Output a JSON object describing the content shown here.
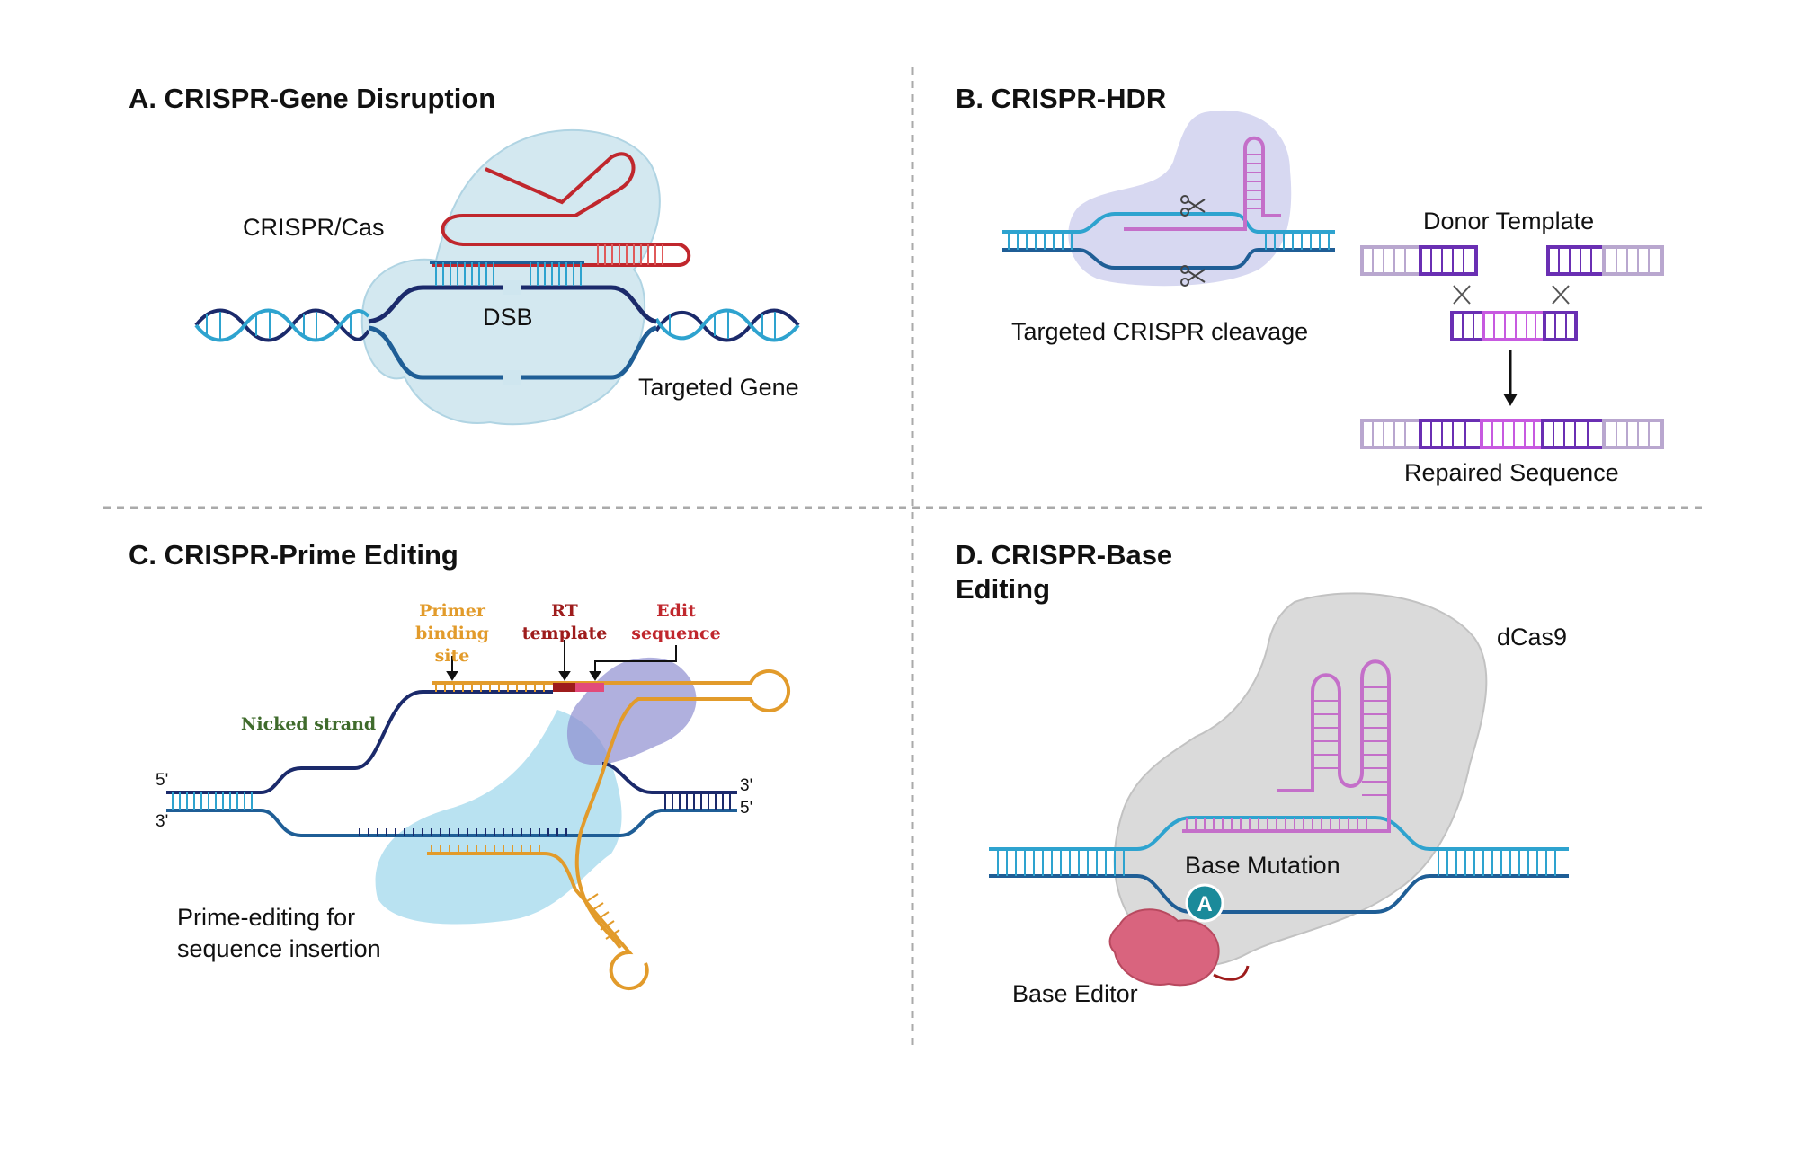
{
  "panels": {
    "a": {
      "title": "A. CRISPR-Gene Disruption",
      "crispr_cas": "CRISPR/Cas",
      "dsb": "DSB",
      "targeted_gene": "Targeted Gene"
    },
    "b": {
      "title": "B. CRISPR-HDR",
      "donor_template": "Donor Template",
      "targeted_cleavage": "Targeted CRISPR cleavage",
      "repaired_sequence": "Repaired Sequence"
    },
    "c": {
      "title": "C. CRISPR-Prime Editing",
      "primer_line1": "Primer",
      "primer_line2": "binding",
      "primer_line3": "site",
      "rt_line1": "RT",
      "rt_line2": "template",
      "edit_line1": "Edit",
      "edit_line2": "sequence",
      "nicked_strand": "Nicked strand",
      "end_5_left": "5'",
      "end_3_left": "3'",
      "end_3_right": "3'",
      "end_5_right": "5'",
      "desc_line1": "Prime-editing for",
      "desc_line2": "sequence insertion"
    },
    "d": {
      "title_line1": "D. CRISPR-Base",
      "title_line2": "Editing",
      "dcas9": "dCas9",
      "base_mutation": "Base Mutation",
      "base_letter": "A",
      "base_editor": "Base Editor"
    }
  },
  "colors": {
    "dna_light": "#2ea3cf",
    "dna_dark": "#1b2a6b",
    "dna_mid": "#1f5e96",
    "guide_red": "#c0272d",
    "cas_blue": "#cfe6ef",
    "hdr_lavender": "#c9cbec",
    "purple_dark": "#6a2fb3",
    "purple_light": "#b9a7cf",
    "magenta": "#c75ae0",
    "orange": "#e29b2b",
    "rt_dark_red": "#9e1c1c",
    "pink": "#e24a7a",
    "prime_light_blue": "#a8dbee",
    "prime_violet": "#8f8fd0",
    "dcas9_gray": "#d9d9d9",
    "guide_pink": "#c46fc9",
    "teal": "#1a8a9a",
    "editor_pink": "#d9647e",
    "nicked_green": "#3f6b2c"
  }
}
